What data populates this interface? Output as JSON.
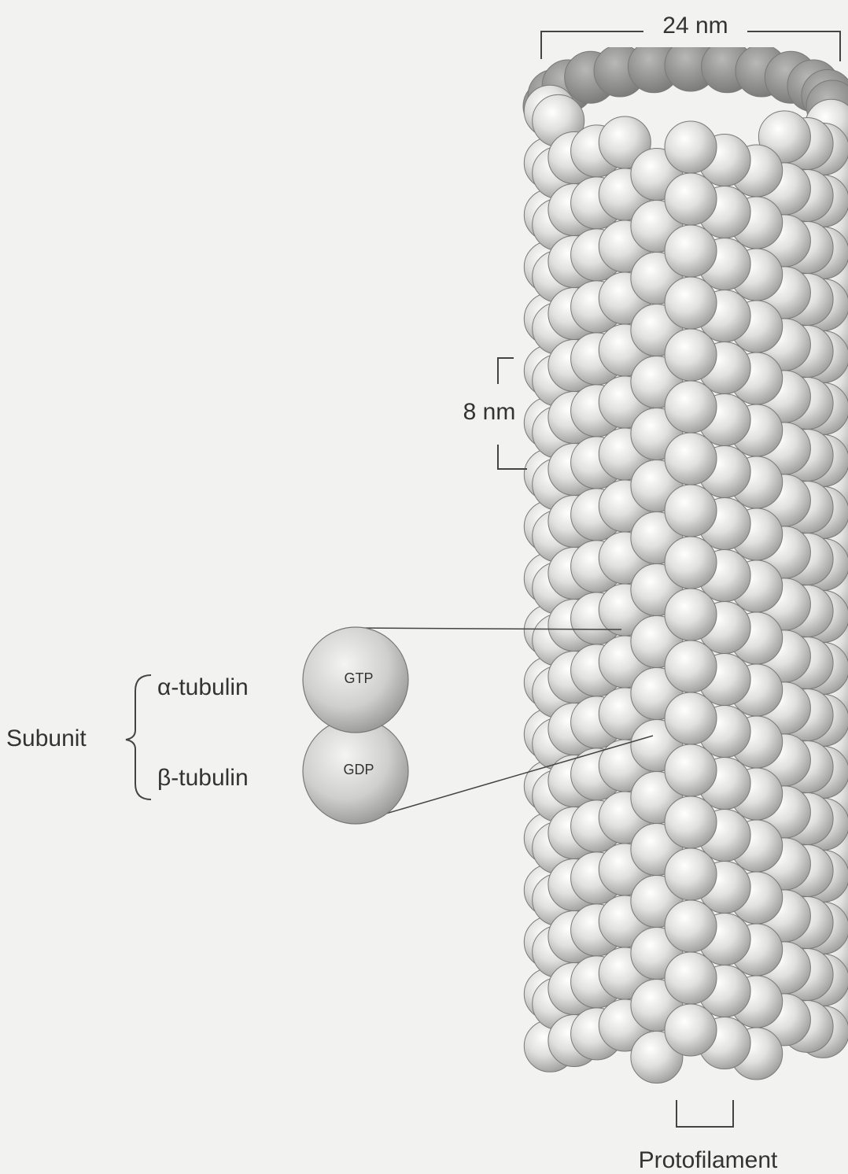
{
  "diagram": {
    "width_label": "24 nm",
    "period_label": "8 nm",
    "subunit_label": "Subunit",
    "alpha_label": "α-tubulin",
    "beta_label": "β-tubulin",
    "alpha_nucleotide": "GTP",
    "beta_nucleotide": "GDP",
    "protofilament_label": "Protofilament"
  },
  "colors": {
    "background": "#f2f2f0",
    "sphere_light": "#ffffff",
    "sphere_mid": "#d2d2d0",
    "sphere_dark": "#8f8f8d",
    "lines": "#444444"
  }
}
